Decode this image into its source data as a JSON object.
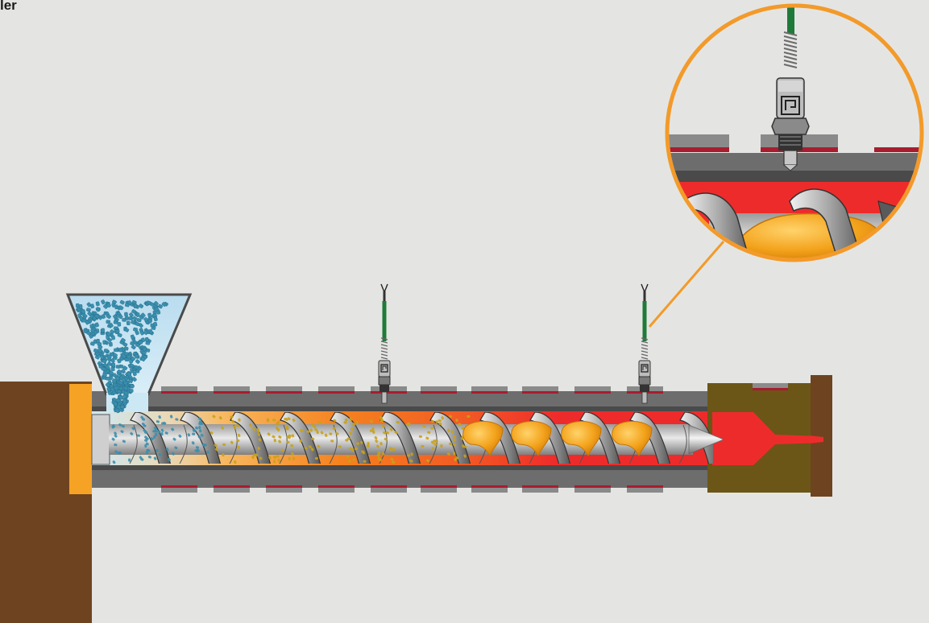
{
  "caption": {
    "text": "ler"
  },
  "colors": {
    "background": "#e4e5e3",
    "frame_brown": "#6e4420",
    "flange_orange": "#f6a225",
    "barrel_grey": "#6d6d6d",
    "barrel_dark": "#4a4a4a",
    "heater_band": "#a71d2f",
    "heater_grey": "#8a8a8a",
    "melt_red": "#ee2b2b",
    "melt_orange": "#f5821f",
    "feed_blue": "#cde8f5",
    "pellet_blue": "#3a8fae",
    "pellet_yellow": "#c8a21a",
    "melt_amber": "#f3a21b",
    "nozzle_olive": "#6b5618",
    "callout_orange": "#f39a2a",
    "sensor_cable_green": "#1f7a3a"
  },
  "icons": [
    "pressure-sensor-icon",
    "hopper-icon",
    "screw-icon",
    "nozzle-icon",
    "magnifier-callout-icon"
  ],
  "components": [
    "hopper",
    "barrel",
    "screw",
    "heater-bands",
    "pressure-sensor-1",
    "pressure-sensor-2",
    "nozzle",
    "detail-callout"
  ]
}
